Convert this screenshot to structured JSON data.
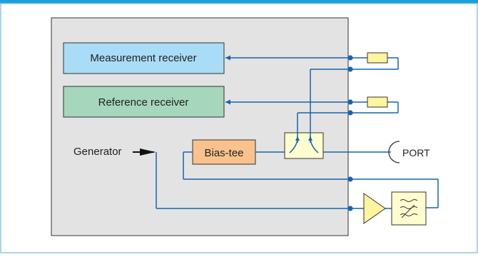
{
  "blocks": {
    "measurement_receiver": "Measurement receiver",
    "reference_receiver": "Reference receiver",
    "generator": "Generator",
    "bias_tee": "Bias-tee",
    "port": "PORT"
  },
  "colors": {
    "top_bar": "#1a9fd9",
    "frame_border": "#8fc6e6",
    "instrument_fill": "#e3e3e3",
    "measurement_fill": "#a9dcf6",
    "reference_fill": "#a6d6bc",
    "bias_tee_fill": "#f9c28c",
    "component_fill": "#fffccf",
    "line": "#1565b0"
  },
  "icons": {
    "attenuator": "resistor-icon",
    "coupler": "directional-coupler-icon",
    "amplifier": "amplifier-triangle-icon",
    "filter": "lowpass-filter-icon"
  }
}
